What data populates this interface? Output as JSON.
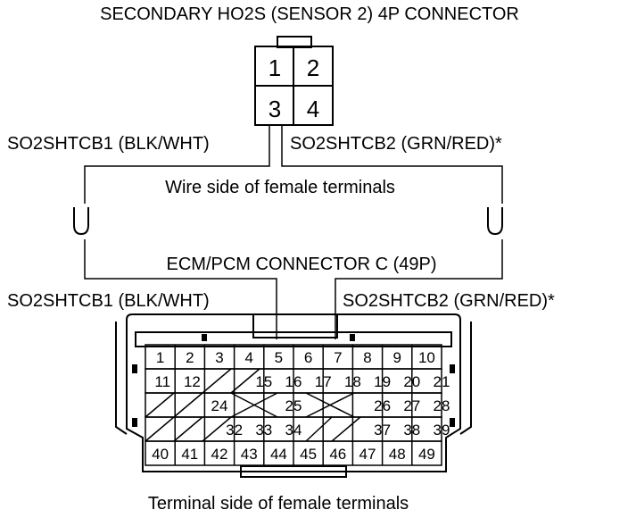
{
  "title": "SECONDARY HO2S (SENSOR 2) 4P CONNECTOR",
  "sensor_connector": {
    "pins": [
      "1",
      "2",
      "3",
      "4"
    ]
  },
  "wire_side_label": "Wire side of female terminals",
  "ecm_connector_label": "ECM/PCM CONNECTOR C (49P)",
  "terminal_side_label": "Terminal side of female terminals",
  "wires": {
    "upper_left": "SO2SHTCB1 (BLK/WHT)",
    "upper_right": "SO2SHTCB2 (GRN/RED)*",
    "lower_left": "SO2SHTCB1 (BLK/WHT)",
    "lower_right": "SO2SHTCB2 (GRN/RED)*"
  },
  "ecm_pins": {
    "row1": [
      "1",
      "2",
      "3",
      "4",
      "5",
      "6",
      "7",
      "8",
      "9",
      "10"
    ],
    "row2": [
      "11",
      "12",
      "15",
      "16",
      "17",
      "18",
      "19",
      "20",
      "21"
    ],
    "row3": [
      "24",
      "25",
      "26",
      "27",
      "28"
    ],
    "row4": [
      "32",
      "33",
      "34",
      "37",
      "38",
      "39"
    ],
    "row5": [
      "40",
      "41",
      "42",
      "43",
      "44",
      "45",
      "46",
      "47",
      "48",
      "49"
    ]
  },
  "colors": {
    "line": "#000000",
    "background": "#ffffff"
  }
}
